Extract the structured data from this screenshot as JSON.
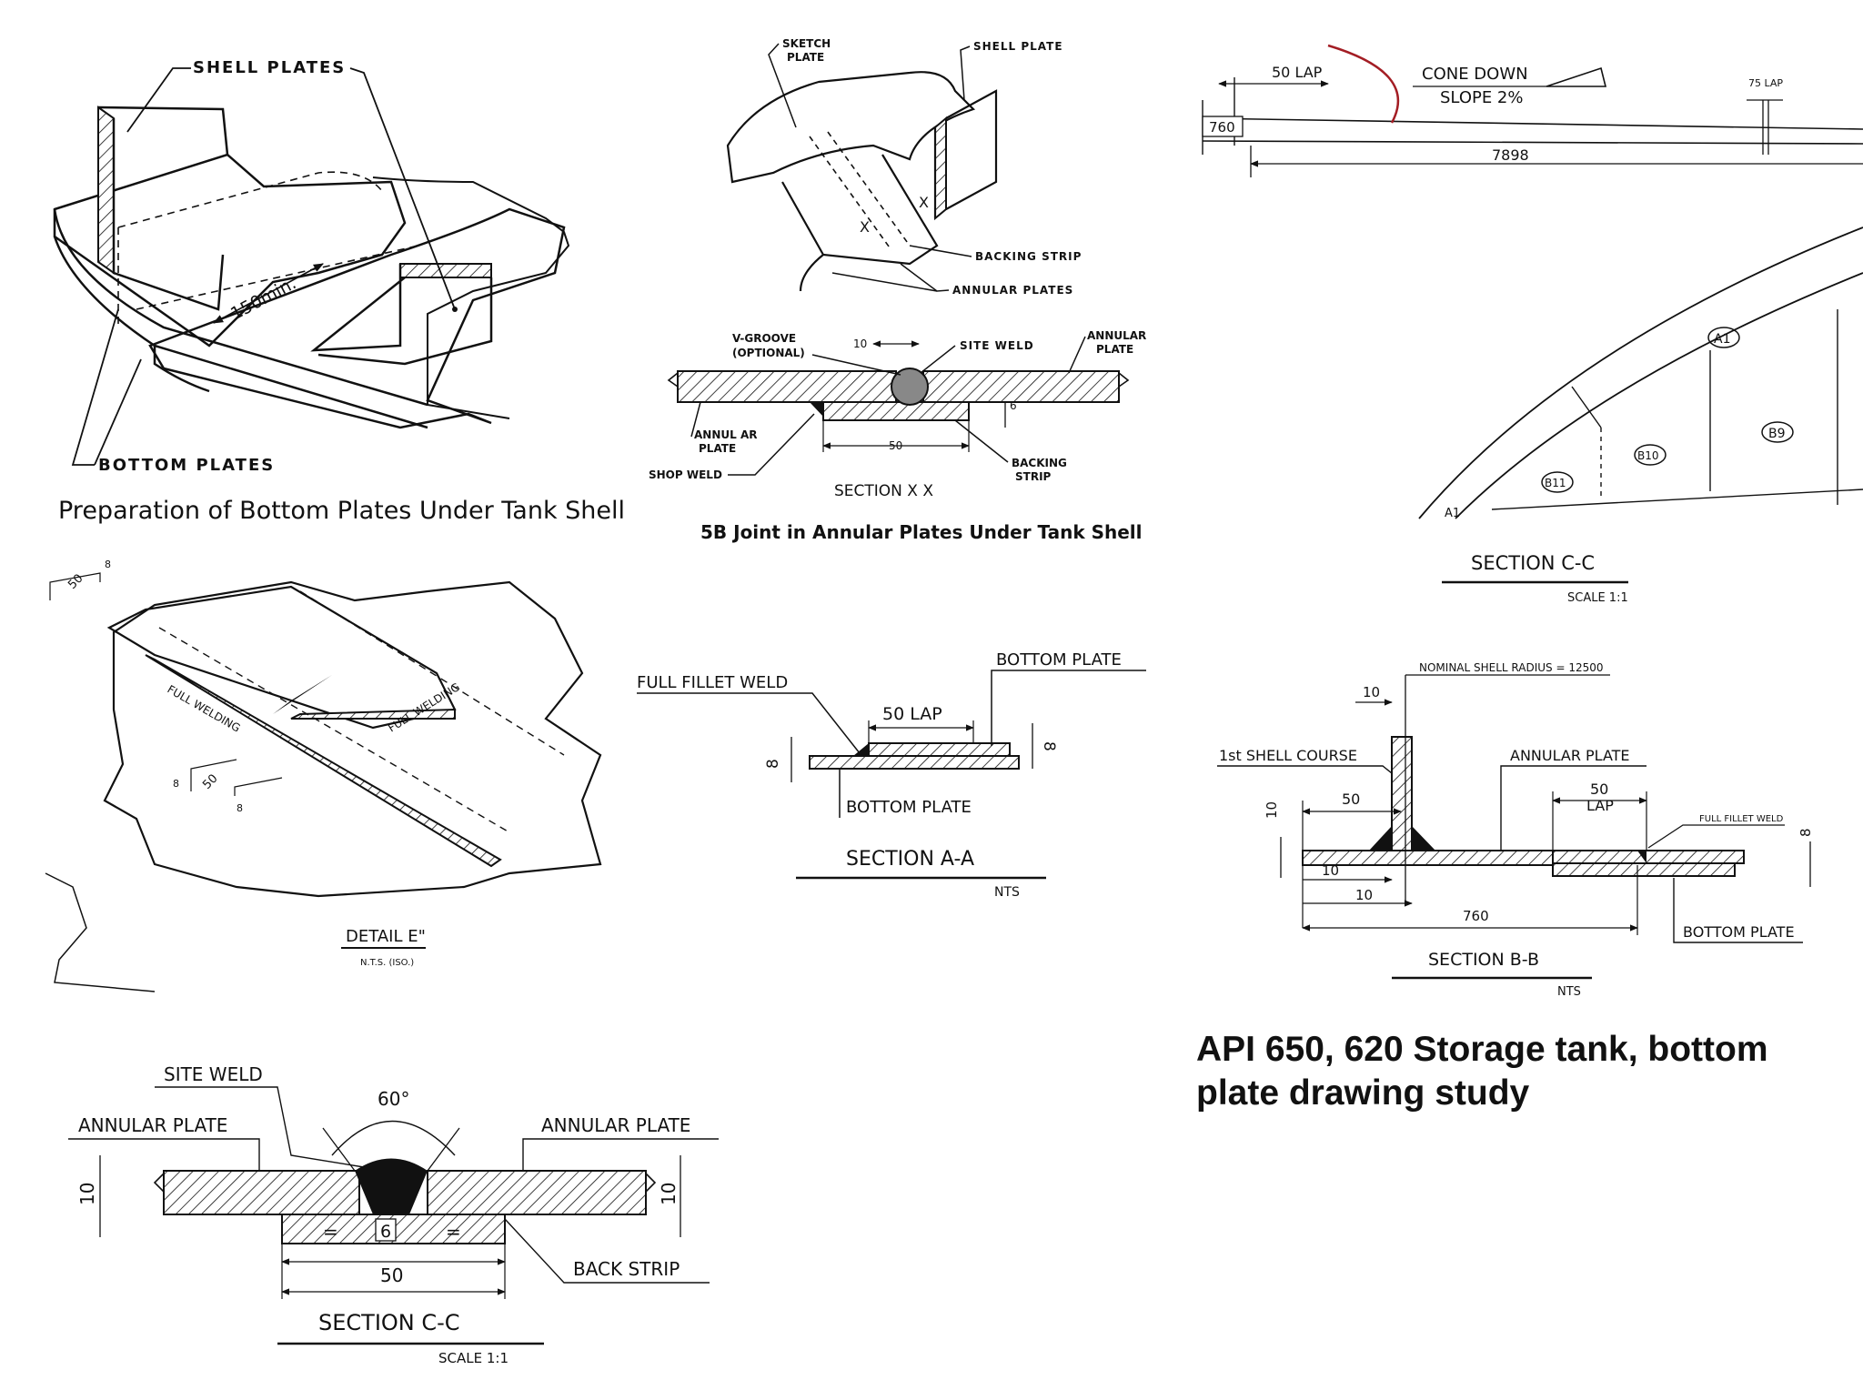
{
  "title": {
    "line1": "API 650, 620 Storage tank, bottom",
    "line2": "plate drawing study"
  },
  "iso_prep": {
    "shell_plates": "SHELL PLATES",
    "bottom_plates": "BOTTOM PLATES",
    "dim_150": "150min.",
    "caption": "Preparation of Bottom Plates Under Tank Shell"
  },
  "fig_5b": {
    "sketch_plate": "SKETCH",
    "sketch_plate2": "PLATE",
    "shell_plate": "SHELL PLATE",
    "backing_strip": "BACKING STRIP",
    "annular_plates": "ANNULAR PLATES",
    "x1": "X",
    "x2": "X",
    "vgroove": "V-GROOVE",
    "optional": "(OPTIONAL)",
    "dim_10": "10",
    "site_weld": "SITE WELD",
    "annular_plate_r1": "ANNULAR",
    "annular_plate_r2": "PLATE",
    "annular_plate_l1": "ANNUL AR",
    "annular_plate_l2": "PLATE",
    "dim_6": "6",
    "dim_50": "50",
    "backing_strip2a": "BACKING",
    "backing_strip2b": "STRIP",
    "shop_weld": "SHOP WELD",
    "section_xx": "SECTION X X",
    "caption": "5B   Joint in Annular Plates Under Tank Shell"
  },
  "top_right": {
    "lap50": "50 LAP",
    "cone_down": "CONE DOWN",
    "slope": "SLOPE 2%",
    "lap75": "75 LAP",
    "dim_760": "760",
    "dim_7898": "7898",
    "a1": "A1",
    "a1b": "A1",
    "b9": "B9",
    "b10": "B10",
    "b11": "B11",
    "section": "SECTION C-C",
    "scale": "SCALE 1:1"
  },
  "detail_e": {
    "dim_50a": "50",
    "dim_8a": "8",
    "full_welding_1": "FULL WELDING",
    "full_welding_2": "FULL WELDING",
    "dim_8b": "8",
    "dim_50b": "50",
    "dim_8c": "8",
    "title": "DETAIL E\"",
    "note": "N.T.S. (ISO.)"
  },
  "section_aa": {
    "full_fillet_weld": "FULL FILLET WELD",
    "bottom_plate_top": "BOTTOM PLATE",
    "lap": "50 LAP",
    "dim_8l": "8",
    "dim_8r": "8",
    "bottom_plate_bottom": "BOTTOM PLATE",
    "title": "SECTION A-A",
    "nts": "NTS"
  },
  "section_bb": {
    "radius_note": "NOMINAL SHELL RADIUS = 12500",
    "dim_10_top": "10",
    "first_shell": "1st SHELL COURSE",
    "annular_plate": "ANNULAR PLATE",
    "dim_50": "50",
    "dim_50lap": "50",
    "lap": "LAP",
    "full_fillet": "FULL FILLET WELD",
    "dim_10_left": "10",
    "dim_8": "8",
    "dim_10a": "10",
    "dim_10b": "10",
    "dim_760": "760",
    "bottom_plate": "BOTTOM PLATE",
    "title": "SECTION B-B",
    "nts": "NTS"
  },
  "section_cc_bottom": {
    "site_weld": "SITE WELD",
    "angle": "60°",
    "annular_left": "ANNULAR PLATE",
    "annular_right": "ANNULAR PLATE",
    "dim_10l": "10",
    "dim_10r": "10",
    "eq1": "=",
    "dim_6": "6",
    "eq2": "=",
    "dim_50": "50",
    "back_strip": "BACK STRIP",
    "title": "SECTION C-C",
    "scale": "SCALE 1:1"
  }
}
